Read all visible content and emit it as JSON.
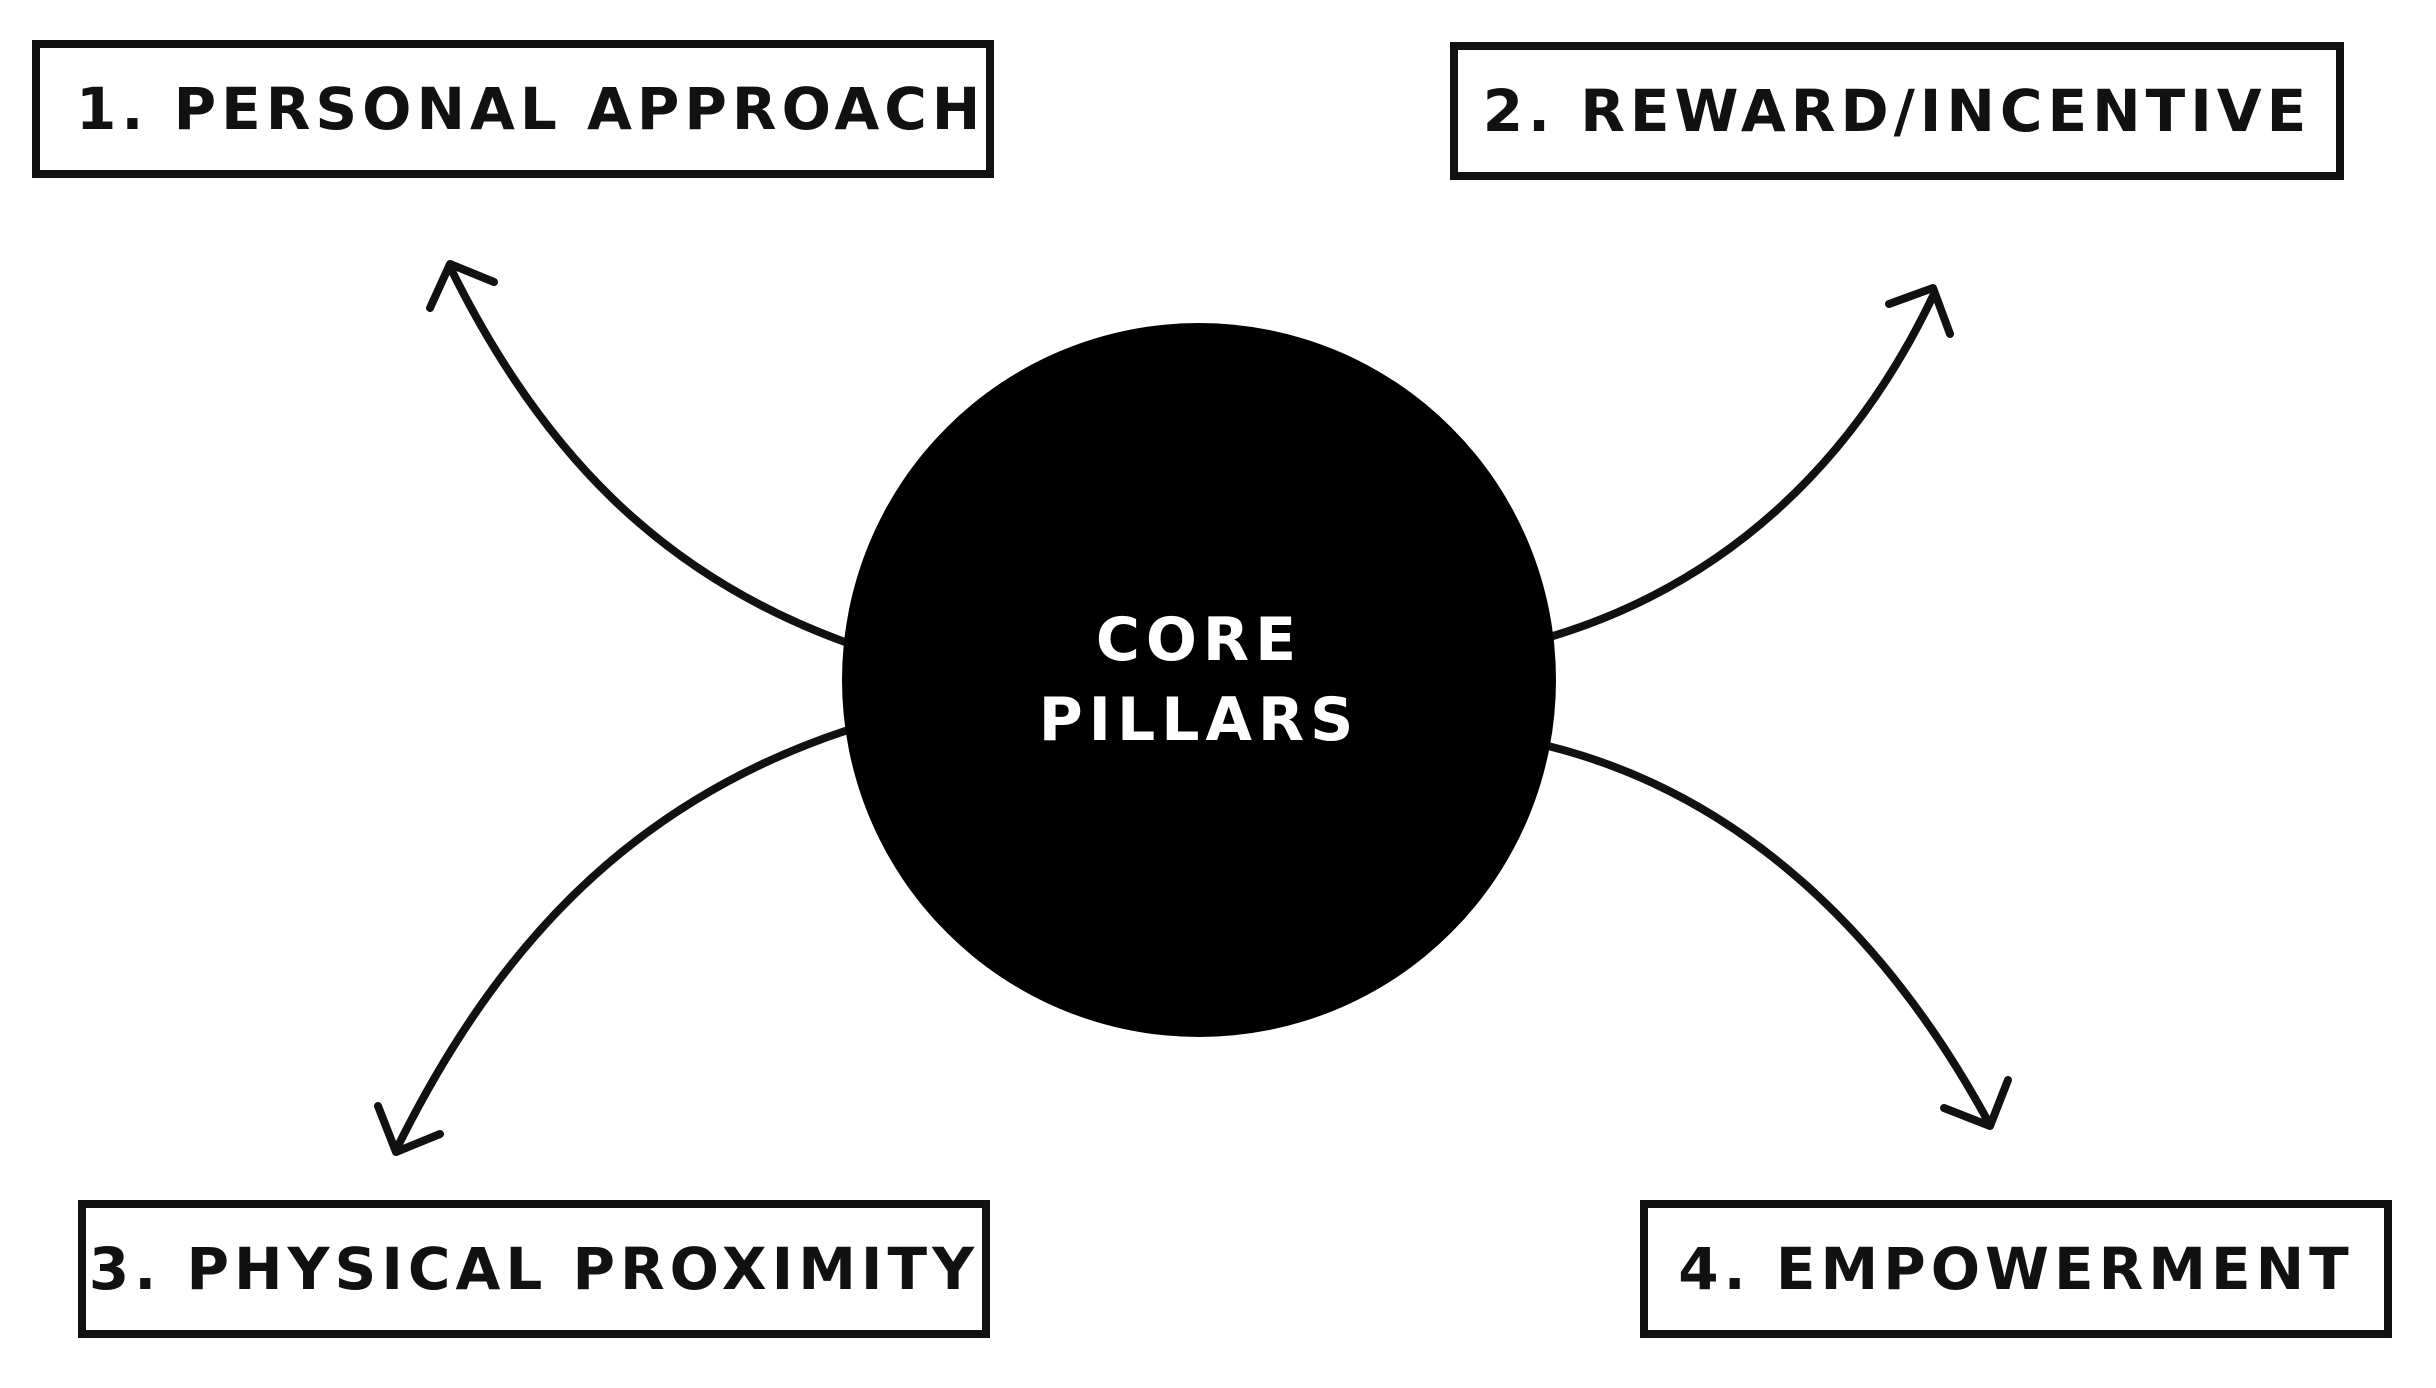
{
  "center": {
    "line1": "CORE",
    "line2": "PILLARS",
    "fill_color": "#000000",
    "text_color": "#ffffff"
  },
  "pillars": [
    {
      "label": "1. PERSONAL APPROACH"
    },
    {
      "label": "2. REWARD/INCENTIVE"
    },
    {
      "label": "3. PHYSICAL PROXIMITY"
    },
    {
      "label": "4. EMPOWERMENT"
    }
  ],
  "style": {
    "line_color": "#111111",
    "background": "#ffffff"
  }
}
